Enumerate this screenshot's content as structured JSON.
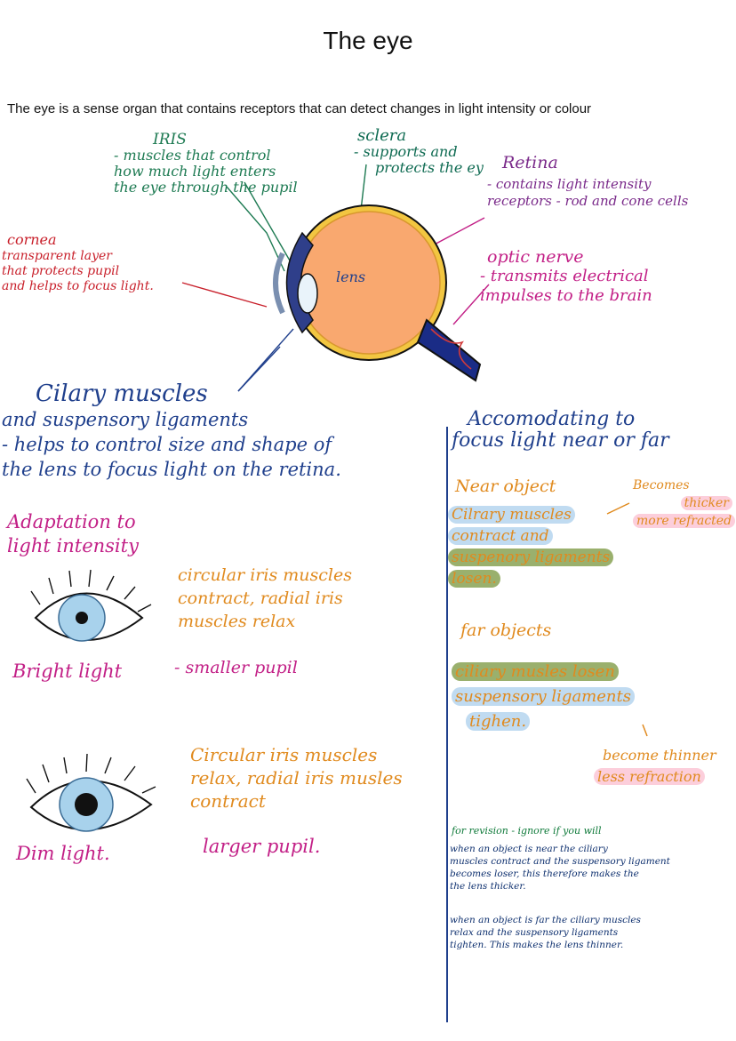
{
  "title": "The eye",
  "intro": "The eye is a sense organ that contains receptors that can detect changes in light intensity or colour",
  "iris": {
    "heading": "IRIS",
    "lines": [
      "- muscles that control",
      "how much light enters",
      "the eye through the pupil"
    ]
  },
  "sclera": {
    "heading": "sclera",
    "lines": [
      "- supports and",
      "protects the ey"
    ]
  },
  "retina": {
    "heading": "Retina",
    "lines": [
      "- contains light intensity",
      "receptors - rod and cone cells"
    ]
  },
  "cornea": {
    "heading": "cornea",
    "lines": [
      "transparent layer",
      "that protects pupil",
      "and helps to focus light."
    ]
  },
  "lens_label": "lens",
  "optic_nerve": {
    "heading": "optic nerve",
    "lines": [
      "- transmits electrical",
      "impulses to the brain"
    ]
  },
  "ciliary": {
    "heading": "Cilary muscles",
    "lines": [
      "and suspensory ligaments",
      "- helps to control size and shape of",
      "the lens to focus light on the retina."
    ]
  },
  "adaptation": {
    "heading": [
      "Adaptation to",
      "light intensity"
    ],
    "bright": {
      "label": "Bright light",
      "lines": [
        "circular iris muscles",
        "contract, radial iris",
        "muscles relax"
      ],
      "pupil": "- smaller pupil"
    },
    "dim": {
      "label": "Dim light.",
      "lines": [
        "Circular iris muscles",
        "relax, radial iris musles",
        "contract"
      ],
      "pupil": "larger pupil."
    }
  },
  "accommodation": {
    "heading": [
      "Accomodating to",
      "focus light near or far"
    ],
    "near": {
      "heading": "Near object",
      "lines": [
        "Cilrary muscles",
        "contract and",
        "suspenory ligaments",
        "losen."
      ],
      "note_heading": "Becomes",
      "note_lines": [
        "thicker",
        "more refracted"
      ]
    },
    "far": {
      "heading": "far objects",
      "lines": [
        "ciliary musles losen",
        "suspensory ligaments",
        "tighen."
      ],
      "note_lines": [
        "become thinner",
        "less refraction"
      ]
    },
    "revision": {
      "heading": "for revision - ignore if you will",
      "para1": [
        "when an object is near the ciliary",
        "muscles contract and the suspensory ligament",
        "becomes loser, this therefore makes the",
        "the lens thicker."
      ],
      "para2": [
        "when an object is far the ciliary muscles",
        "relax and the suspensory ligaments",
        "tighten. This makes the lens thinner."
      ]
    }
  }
}
